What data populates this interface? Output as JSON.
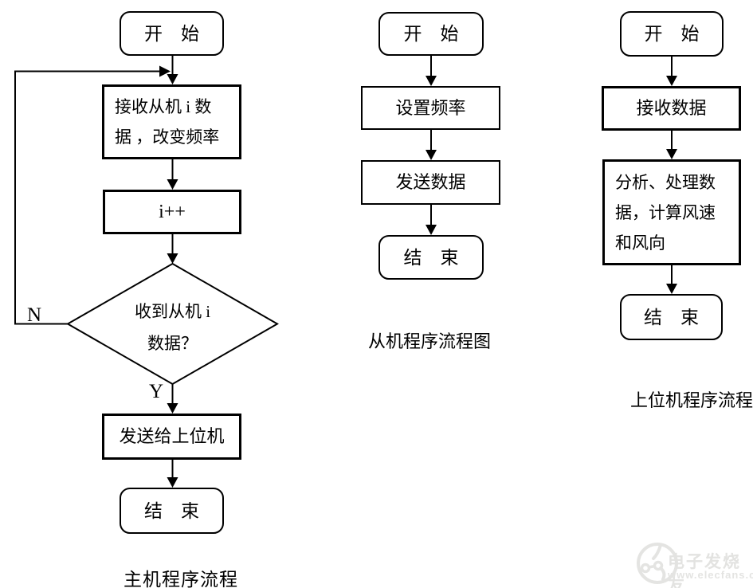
{
  "page": {
    "background": "#ffffff",
    "line_color": "#000000",
    "text_color": "#000000"
  },
  "flowcharts": [
    {
      "caption": "主机程序流程",
      "nodes": {
        "start": "开　始",
        "receive": {
          "line1": "接收从机 i 数",
          "line2": "据 ，改变频率"
        },
        "increment": "i++",
        "decision": {
          "line1": "收到从机 i",
          "line2": "数据？"
        },
        "send": "发送给上位机",
        "end": "结　束"
      },
      "branch_labels": {
        "no": "N",
        "yes": "Y"
      }
    },
    {
      "caption": "从机程序流程图",
      "nodes": {
        "start": "开　始",
        "set_frequency": "设置频率",
        "send_data": "发送数据",
        "end": "结　束"
      }
    },
    {
      "caption": "上位机程序流程",
      "nodes": {
        "start": "开　始",
        "receive_data": "接收数据",
        "process": {
          "line1": "分析、处理数",
          "line2": "据，计算风速",
          "line3": "和风向"
        },
        "end": "结　束"
      }
    }
  ],
  "watermark": {
    "brand": "电子发烧友",
    "url": "www.elecfans.com",
    "color": "#e3e3e1"
  }
}
